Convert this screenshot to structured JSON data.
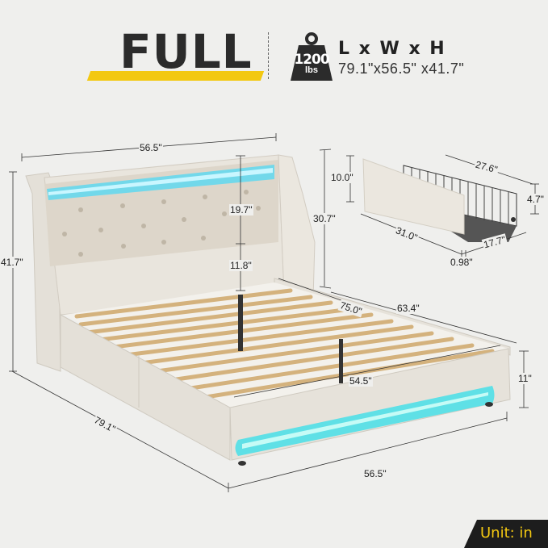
{
  "header": {
    "size_label": "FULL",
    "weight_capacity": {
      "value": "1200",
      "unit": "lbs",
      "icon": "weight-icon"
    },
    "dims_label": "L x W x H",
    "dims_value": "79.1\"x56.5\" x41.7\""
  },
  "bed_dimensions": {
    "headboard_width": "56.5\"",
    "total_height": "41.7\"",
    "headboard_panel_height": "19.7\"",
    "under_headboard_clearance": "11.8\"",
    "side_height": "30.7\"",
    "inner_length": "75.0\"",
    "side_length": "63.4\"",
    "inner_width": "54.5\"",
    "frame_height": "11\"",
    "footboard_width": "56.5\"",
    "total_length": "79.1\""
  },
  "drawer_dimensions": {
    "front_height": "10.0\"",
    "basket_length": "27.6\"",
    "basket_height": "4.7\"",
    "front_width": "31.0\"",
    "basket_width": "17.7\"",
    "front_thickness": "0.98\""
  },
  "footer": {
    "unit_label": "Unit: in"
  },
  "colors": {
    "accent_yellow": "#f3c811",
    "dark": "#1d1d1d",
    "led_blue": "#5fd8f0",
    "fabric": "#e7e3db",
    "slat": "#d9b98a",
    "background": "#efefed"
  }
}
